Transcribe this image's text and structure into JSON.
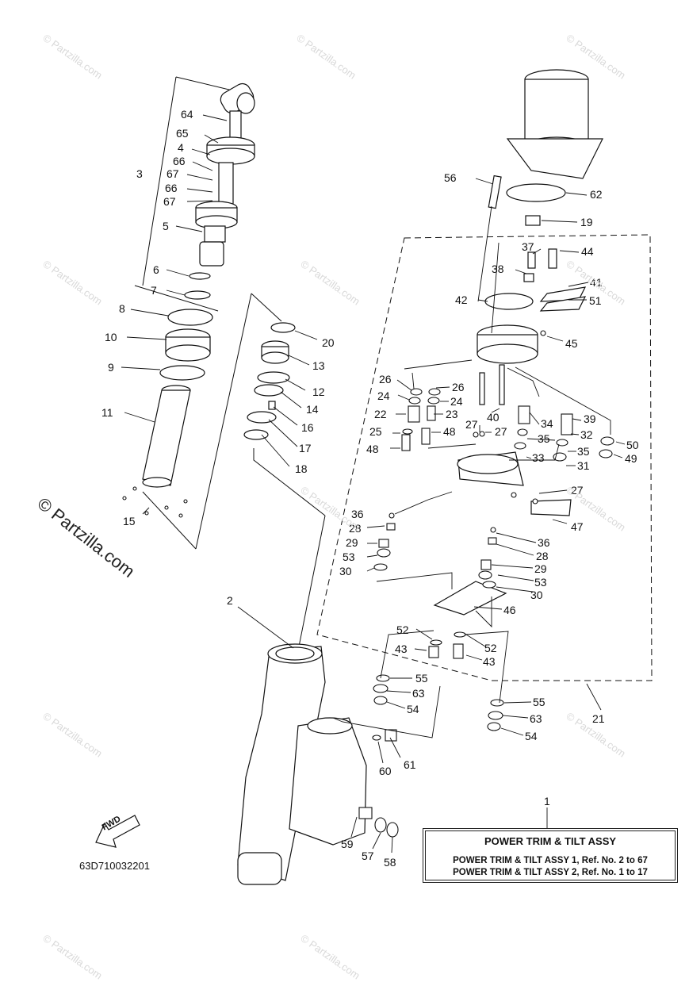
{
  "watermarks": [
    "© Partzilla.com",
    "© Partzilla.com",
    "© Partzilla.com",
    "© Partzilla.com",
    "© Partzilla.com",
    "© Partzilla.com",
    "© Partzilla.com",
    "© Partzilla.com",
    "© Partzilla.com",
    "© Partzilla.com",
    "© Partzilla.com",
    "© Partzilla.com"
  ],
  "watermark_main": "© Partzilla.com",
  "fwd_label": "FWD",
  "diagram_number": "63D710032201",
  "title_box": {
    "ref_number": "1",
    "title": "POWER TRIM & TILT ASSY",
    "line1": "POWER TRIM & TILT ASSY 1, Ref. No. 2 to 67",
    "line2": "POWER TRIM & TILT ASSY 2, Ref. No. 1 to 17"
  },
  "callouts": [
    "64",
    "65",
    "4",
    "66",
    "67",
    "66",
    "67",
    "3",
    "5",
    "6",
    "7",
    "8",
    "10",
    "9",
    "11",
    "15",
    "20",
    "13",
    "12",
    "14",
    "16",
    "17",
    "18",
    "2",
    "56",
    "62",
    "19",
    "37",
    "44",
    "38",
    "41",
    "42",
    "51",
    "45",
    "26",
    "26",
    "24",
    "24",
    "22",
    "23",
    "40",
    "34",
    "39",
    "32",
    "27",
    "27",
    "25",
    "48",
    "48",
    "35",
    "35",
    "50",
    "33",
    "31",
    "49",
    "27",
    "36",
    "28",
    "47",
    "29",
    "36",
    "53",
    "28",
    "30",
    "29",
    "53",
    "30",
    "46",
    "52",
    "43",
    "52",
    "43",
    "55",
    "63",
    "54",
    "55",
    "63",
    "21",
    "54",
    "60",
    "61",
    "59",
    "57",
    "58"
  ]
}
